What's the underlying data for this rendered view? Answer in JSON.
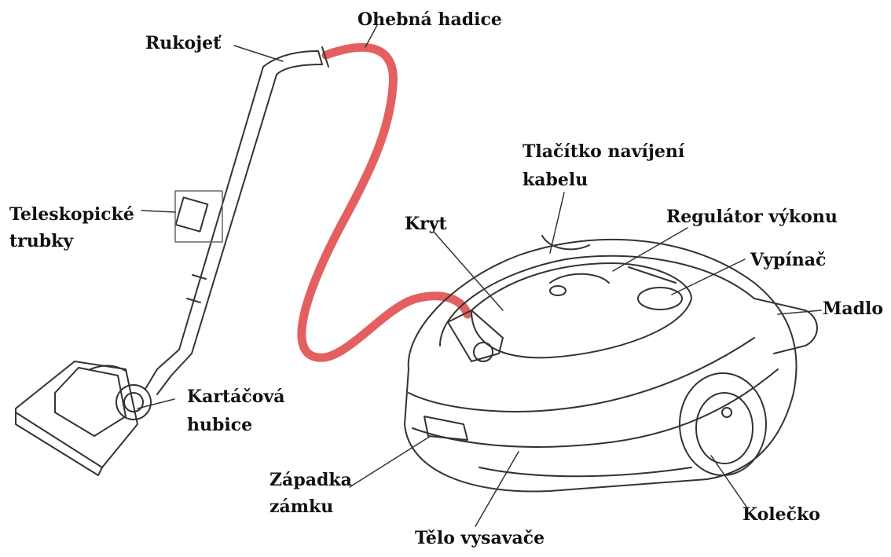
{
  "labels": {
    "rukojet": "Rukojeť",
    "hadice": "Ohebná hadice",
    "tlacitko_1": "Tlačítko navíjení",
    "tlacitko_2": "kabelu",
    "teleskop_1": "Teleskopické",
    "teleskop_2": "trubky",
    "kryt": "Kryt",
    "regulator": "Regulátor výkonu",
    "vypinac": "Vypínač",
    "madlo": "Madlo",
    "kartacova_1": "Kartáčová",
    "kartacova_2": "hubice",
    "zapadka_1": "Západka",
    "zapadka_2": "zámku",
    "telo": "Tělo vysavače",
    "kolecko": "Kolečko"
  },
  "colors": {
    "hose": "#e46060",
    "line": "#333333"
  }
}
